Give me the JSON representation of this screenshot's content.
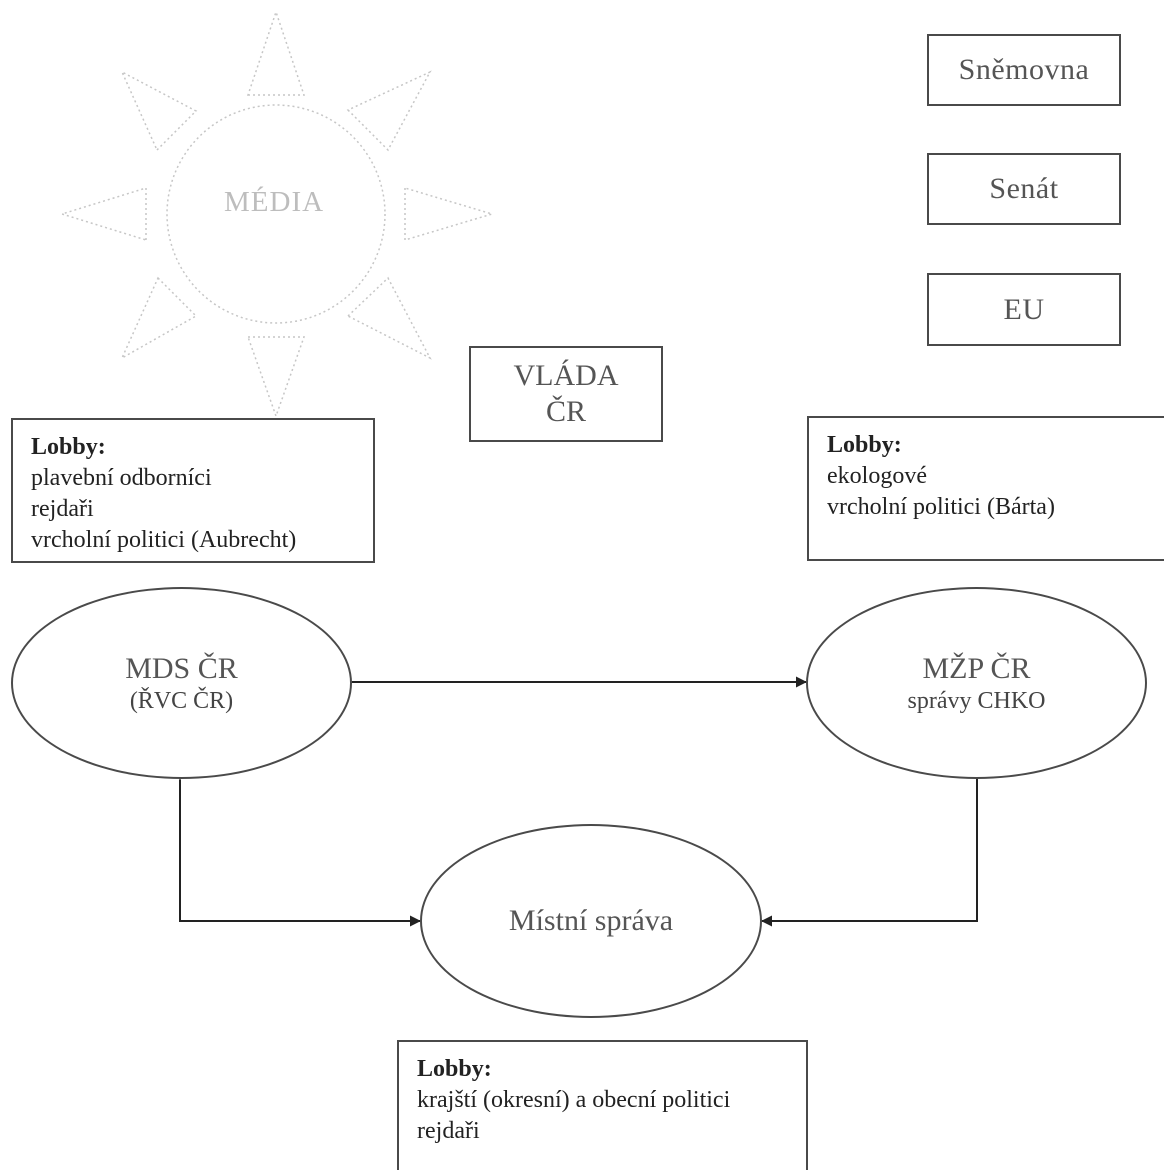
{
  "media": {
    "label": "MÉDIA"
  },
  "institutions": {
    "snemovna": "Sněmovna",
    "senat": "Senát",
    "eu": "EU",
    "vlada_line1": "VLÁDA",
    "vlada_line2": "ČR"
  },
  "lobby_left": {
    "heading": "Lobby:",
    "lines": [
      "plavební odborníci",
      "rejdaři",
      "vrcholní politici (Aubrecht)"
    ]
  },
  "lobby_right": {
    "heading": "Lobby:",
    "lines": [
      "ekologové",
      "vrcholní politici (Bárta)"
    ]
  },
  "lobby_bottom": {
    "heading": "Lobby:",
    "lines": [
      "krajští (okresní) a obecní politici",
      "rejdaři"
    ]
  },
  "nodes": {
    "mds": {
      "title": "MDS ČR",
      "subtitle": "(ŘVC ČR)"
    },
    "mzp": {
      "title": "MŽP ČR",
      "subtitle": "správy CHKO"
    },
    "mistni": {
      "title": "Místní správa"
    }
  }
}
